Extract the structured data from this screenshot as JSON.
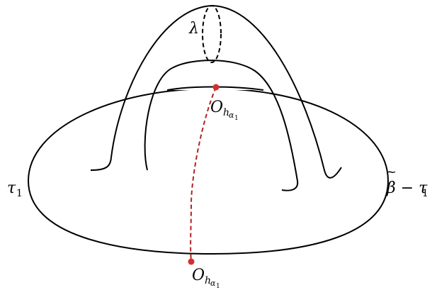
{
  "labels": {
    "lambda": "λ",
    "tau_left": "τ",
    "tau_left_sub": "1",
    "beta_tau": "β − τ",
    "beta_tau_tilde": "~",
    "beta_tau_sub": "1",
    "point_top_main": "O",
    "point_top_sub1": "h",
    "point_top_sub2": "α",
    "point_top_sub3": "1",
    "point_bottom_main": "O",
    "point_bottom_sub1": "h",
    "point_bottom_sub2": "α",
    "point_bottom_sub3": "1"
  },
  "colors": {
    "stroke": "#000000",
    "arc": "#b22222",
    "point": "#d32f2f"
  }
}
